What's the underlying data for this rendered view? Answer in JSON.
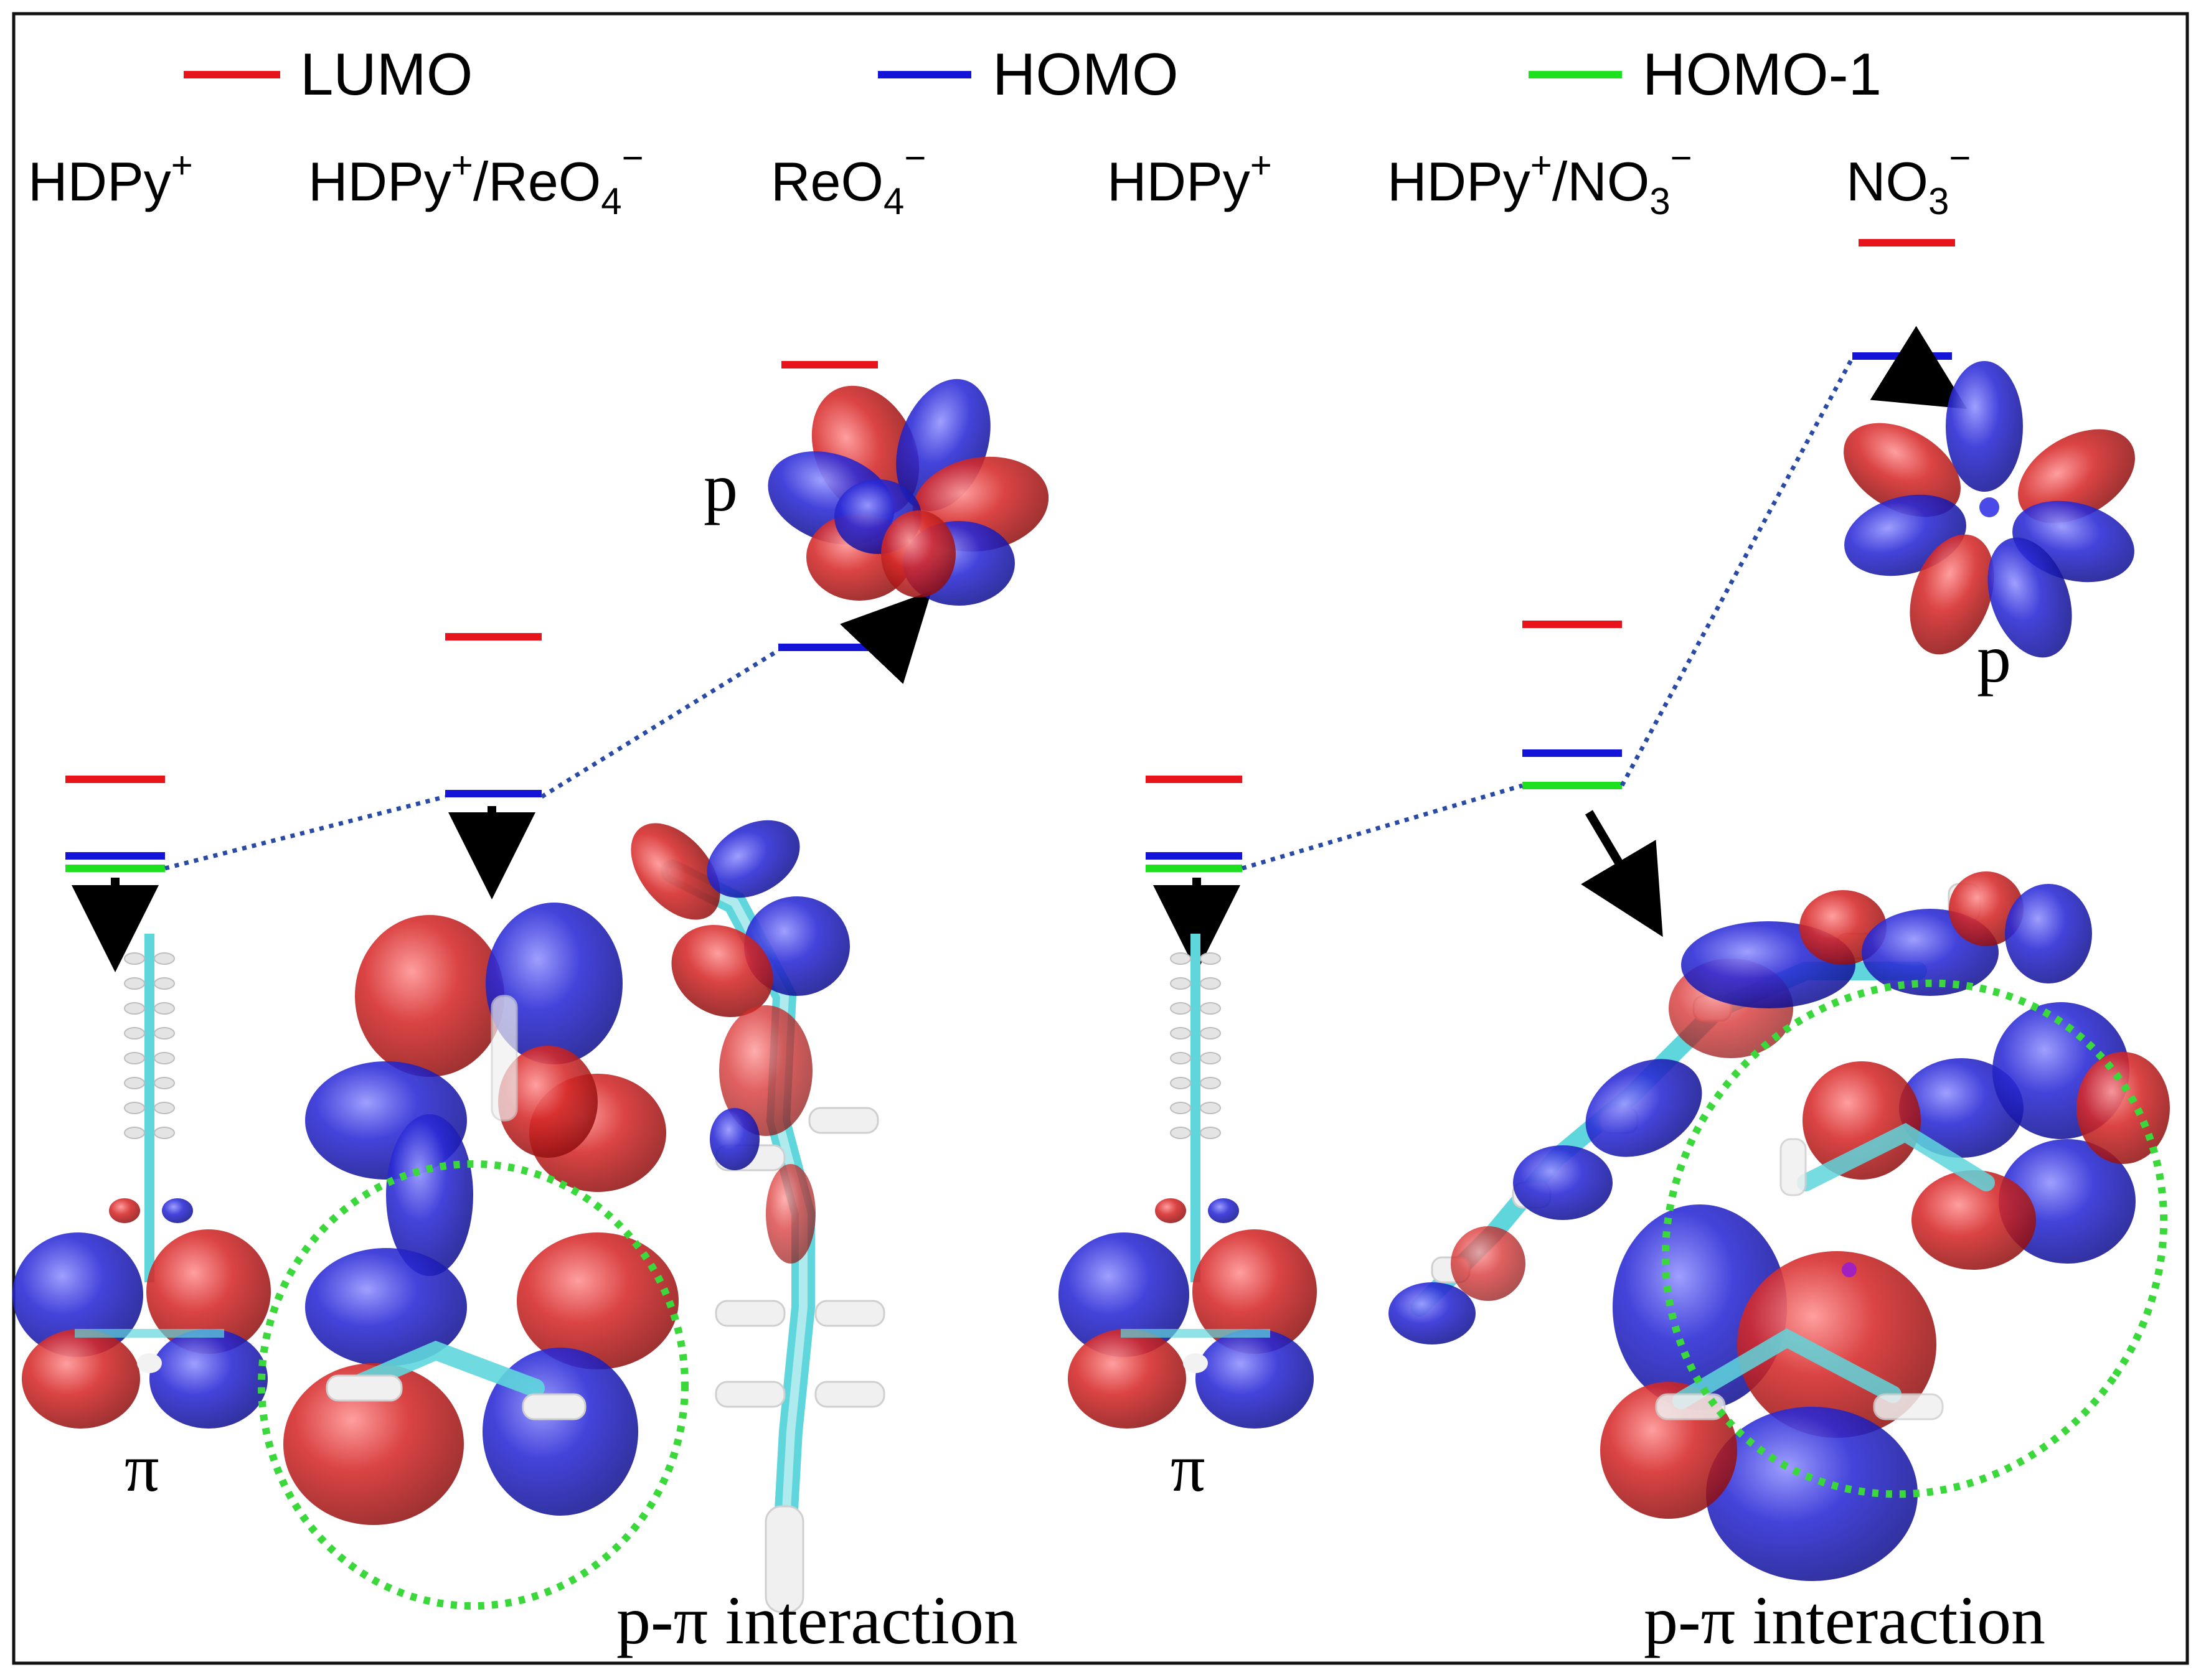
{
  "legend": {
    "items": [
      {
        "label": "LUMO",
        "color": "#e8141c"
      },
      {
        "label": "HOMO",
        "color": "#1414d8"
      },
      {
        "label": "HOMO-1",
        "color": "#1ee01e"
      }
    ]
  },
  "columns": {
    "left": [
      {
        "base": "HDPy",
        "sup": "+",
        "tail": ""
      },
      {
        "base": "HDPy",
        "sup": "+",
        "tail": "/ReO",
        "sub": "4",
        "sup2": "−"
      },
      {
        "base": "ReO",
        "sub": "4",
        "sup": "−"
      }
    ],
    "right": [
      {
        "base": "HDPy",
        "sup": "+",
        "tail": ""
      },
      {
        "base": "HDPy",
        "sup": "+",
        "tail": "/NO",
        "sub": "3",
        "sup2": "−"
      },
      {
        "base": "NO",
        "sub": "3",
        "sup": "−"
      }
    ]
  },
  "orbital_labels": {
    "p_left": "p",
    "p_right": "p",
    "pi_left": "π",
    "pi_right": "π",
    "interaction_left": "p-π interaction",
    "interaction_right": "p-π interaction"
  },
  "colors": {
    "lumo": "#e8141c",
    "homo": "#1414d8",
    "homo1": "#1ee01e",
    "lobe_red": "#d42a2a",
    "lobe_blue": "#2424c8",
    "bond_cyan": "#5fd6dc",
    "connector": "#2a4aa8",
    "highlight": "#3ad83a"
  }
}
